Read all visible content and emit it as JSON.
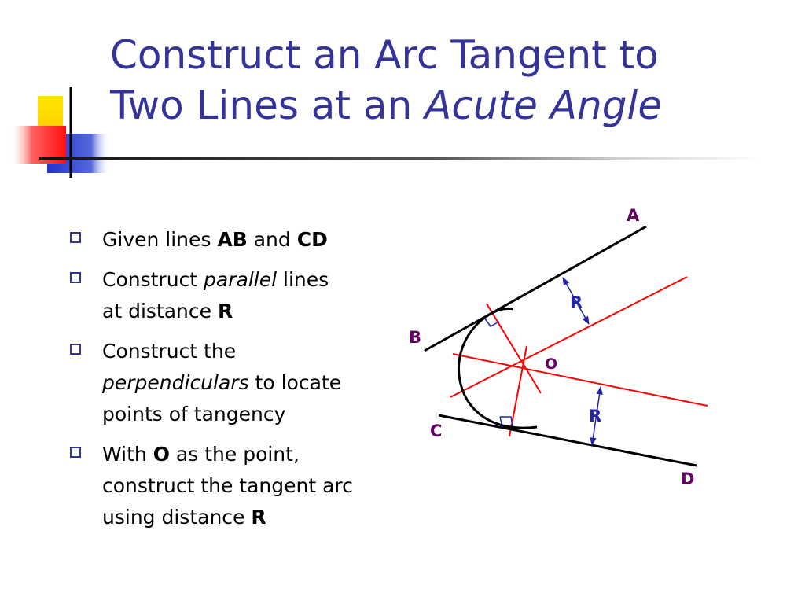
{
  "title": {
    "line1": "Construct an Arc Tangent to",
    "line2_plain": "Two Lines at an ",
    "line2_italic": "Acute Angle"
  },
  "bullets": [
    {
      "t1": "Given lines ",
      "b1": "AB",
      "t2": " and ",
      "b2": "CD"
    },
    {
      "t1": "Construct ",
      "i1": "parallel",
      "t2": " lines",
      "t3": "at distance ",
      "b1": "R"
    },
    {
      "t1": "Construct the",
      "i1": "perpendiculars",
      "t2": " to locate",
      "t3": "points of tangency"
    },
    {
      "t1": "With ",
      "b1": "O",
      "t2": " as the point,",
      "t3": "construct the tangent arc",
      "t4": "using distance ",
      "b2": "R"
    }
  ],
  "diagram": {
    "labels": {
      "A": "A",
      "B": "B",
      "C": "C",
      "D": "D",
      "O": "O",
      "R": "R"
    },
    "colors": {
      "lines": "#000000",
      "construction": "#ff0000",
      "distance": "#2222aa",
      "points": "#660066"
    }
  },
  "colors": {
    "title": "#333399",
    "bullet_box": "#333399"
  }
}
